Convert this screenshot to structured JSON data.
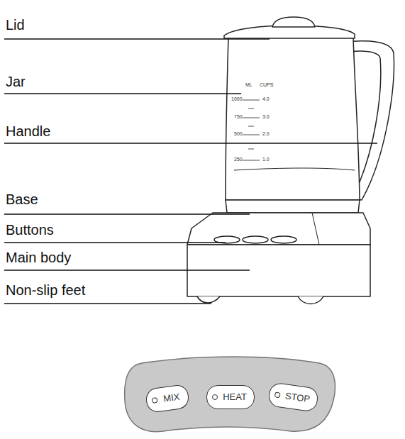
{
  "diagram": {
    "nodes": [
      {
        "text": [
          "MIX"
        ]
      },
      {
        "text": [
          "HEAT"
        ]
      },
      {
        "text": [
          "STOP"
        ]
      }
    ],
    "labels": [
      "Lid",
      "Jar",
      "Handle",
      "Base",
      "Buttons",
      "Main body",
      "Non-slip feet",
      "ML",
      "CUPS",
      "1000",
      "4.0",
      "750",
      "3.0",
      "500",
      "2.0",
      "250",
      "1.0"
    ]
  }
}
